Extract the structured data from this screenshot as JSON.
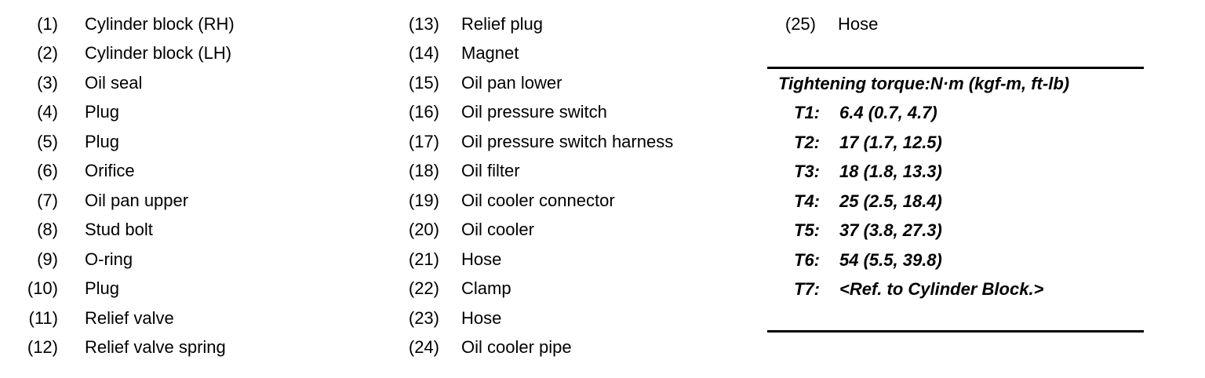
{
  "parts": [
    {
      "num": "(1)",
      "label": "Cylinder block (RH)"
    },
    {
      "num": "(2)",
      "label": "Cylinder block (LH)"
    },
    {
      "num": "(3)",
      "label": "Oil seal"
    },
    {
      "num": "(4)",
      "label": "Plug"
    },
    {
      "num": "(5)",
      "label": "Plug"
    },
    {
      "num": "(6)",
      "label": "Orifice"
    },
    {
      "num": "(7)",
      "label": "Oil pan upper"
    },
    {
      "num": "(8)",
      "label": "Stud bolt"
    },
    {
      "num": "(9)",
      "label": "O-ring"
    },
    {
      "num": "(10)",
      "label": "Plug"
    },
    {
      "num": "(11)",
      "label": "Relief valve"
    },
    {
      "num": "(12)",
      "label": "Relief valve spring"
    },
    {
      "num": "(13)",
      "label": "Relief plug"
    },
    {
      "num": "(14)",
      "label": "Magnet"
    },
    {
      "num": "(15)",
      "label": "Oil pan lower"
    },
    {
      "num": "(16)",
      "label": "Oil pressure switch"
    },
    {
      "num": "(17)",
      "label": "Oil pressure switch harness"
    },
    {
      "num": "(18)",
      "label": "Oil filter"
    },
    {
      "num": "(19)",
      "label": "Oil cooler connector"
    },
    {
      "num": "(20)",
      "label": "Oil cooler"
    },
    {
      "num": "(21)",
      "label": "Hose"
    },
    {
      "num": "(22)",
      "label": "Clamp"
    },
    {
      "num": "(23)",
      "label": "Hose"
    },
    {
      "num": "(24)",
      "label": "Oil cooler pipe"
    },
    {
      "num": "(25)",
      "label": "Hose"
    }
  ],
  "torque": {
    "title": "Tightening torque:N·m (kgf-m, ft-lb)",
    "items": [
      {
        "code": "T1:",
        "value": "6.4 (0.7, 4.7)"
      },
      {
        "code": "T2:",
        "value": "17 (1.7, 12.5)"
      },
      {
        "code": "T3:",
        "value": "18 (1.8, 13.3)"
      },
      {
        "code": "T4:",
        "value": "25 (2.5, 18.4)"
      },
      {
        "code": "T5:",
        "value": "37 (3.8, 27.3)"
      },
      {
        "code": "T6:",
        "value": "54 (5.5, 39.8)"
      },
      {
        "code": "T7:",
        "value": "<Ref. to Cylinder Block.>"
      }
    ]
  }
}
